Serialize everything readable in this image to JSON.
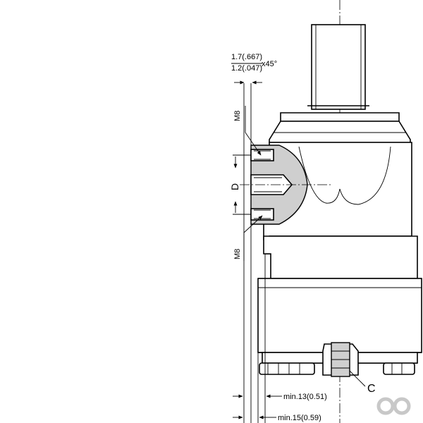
{
  "labels": {
    "chamfer_top": "1.7(.667)",
    "chamfer_bottom": "1.2(.047)",
    "chamfer_angle": "x45°",
    "thread_upper": "M8",
    "thread_lower": "M8",
    "dim_d": "D",
    "callout_c": "C",
    "min_13": "min.13(0.51)",
    "min_15": "min.15(0.59)"
  },
  "logo": {
    "name": "brand-logo",
    "color": "#c8c8c8"
  }
}
